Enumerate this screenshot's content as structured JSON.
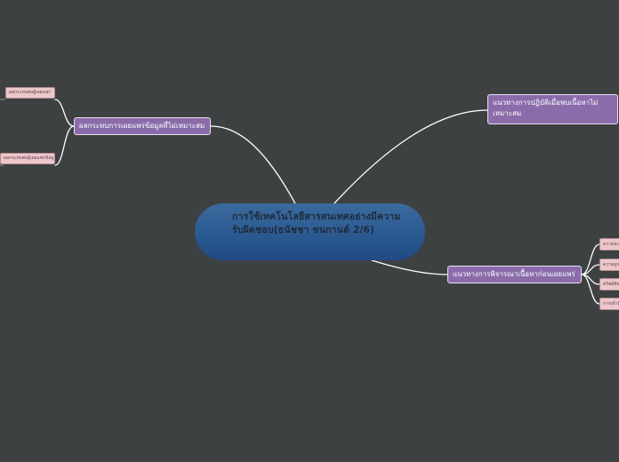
{
  "central": {
    "title": "การใช้เทคโนโลยีสารสนเทศอย่างมีความรับผิดชอบ(ธนัชชา ชนกานต์ 2/6)"
  },
  "branches": {
    "left": {
      "label": "ผลกระทบการเผยแพร่ข้อมูลที่ไม่เหมาะสม",
      "children": [
        "ผลกระทบต่อผู้เผยแพร่",
        "ผลกระทบต่อผู้เผยแพร่ข้อมูลที่ไม่เหมาะสม"
      ]
    },
    "right_top": {
      "label": "แนวทางการปฏิบัติเมื่อพบเนื้อหาไม่เหมาะสม"
    },
    "right_bottom": {
      "label": "แนวทางการพิจารณาเนื้อหาก่อนเผยแพร่",
      "children": [
        "ความน่าเชื่อถือ",
        "ความถูกต้อง",
        "ทรัพย์สินทางปัญญา",
        "การเข้าถึง"
      ]
    }
  },
  "colors": {
    "background": "#3d4142",
    "central": "#2b5a91",
    "main_topic": "#8a6cab",
    "subtopic": "#ecc8cc",
    "connector": "#ffffff"
  }
}
